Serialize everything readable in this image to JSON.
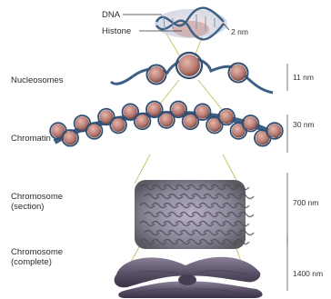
{
  "labels": {
    "dna": "DNA",
    "histone": "Histone",
    "nucleosomes": "Nucleosomes",
    "chromatin": "Chromatin",
    "chromosome_section": "Chromosome\n(section)",
    "chromosome_complete": "Chromosome\n(complete)"
  },
  "scales": {
    "dna": "2 nm",
    "nucleosomes": "11 nm",
    "chromatin": "30 nm",
    "chromosome_section": "700 nm",
    "chromosome_complete": "1400 nm"
  },
  "colors": {
    "dna_strand": "#3d5f86",
    "histone": "#b8776e",
    "chromosome": "#5a5066",
    "section_fiber": "#6c6c72",
    "connector": "#c9c36a"
  }
}
